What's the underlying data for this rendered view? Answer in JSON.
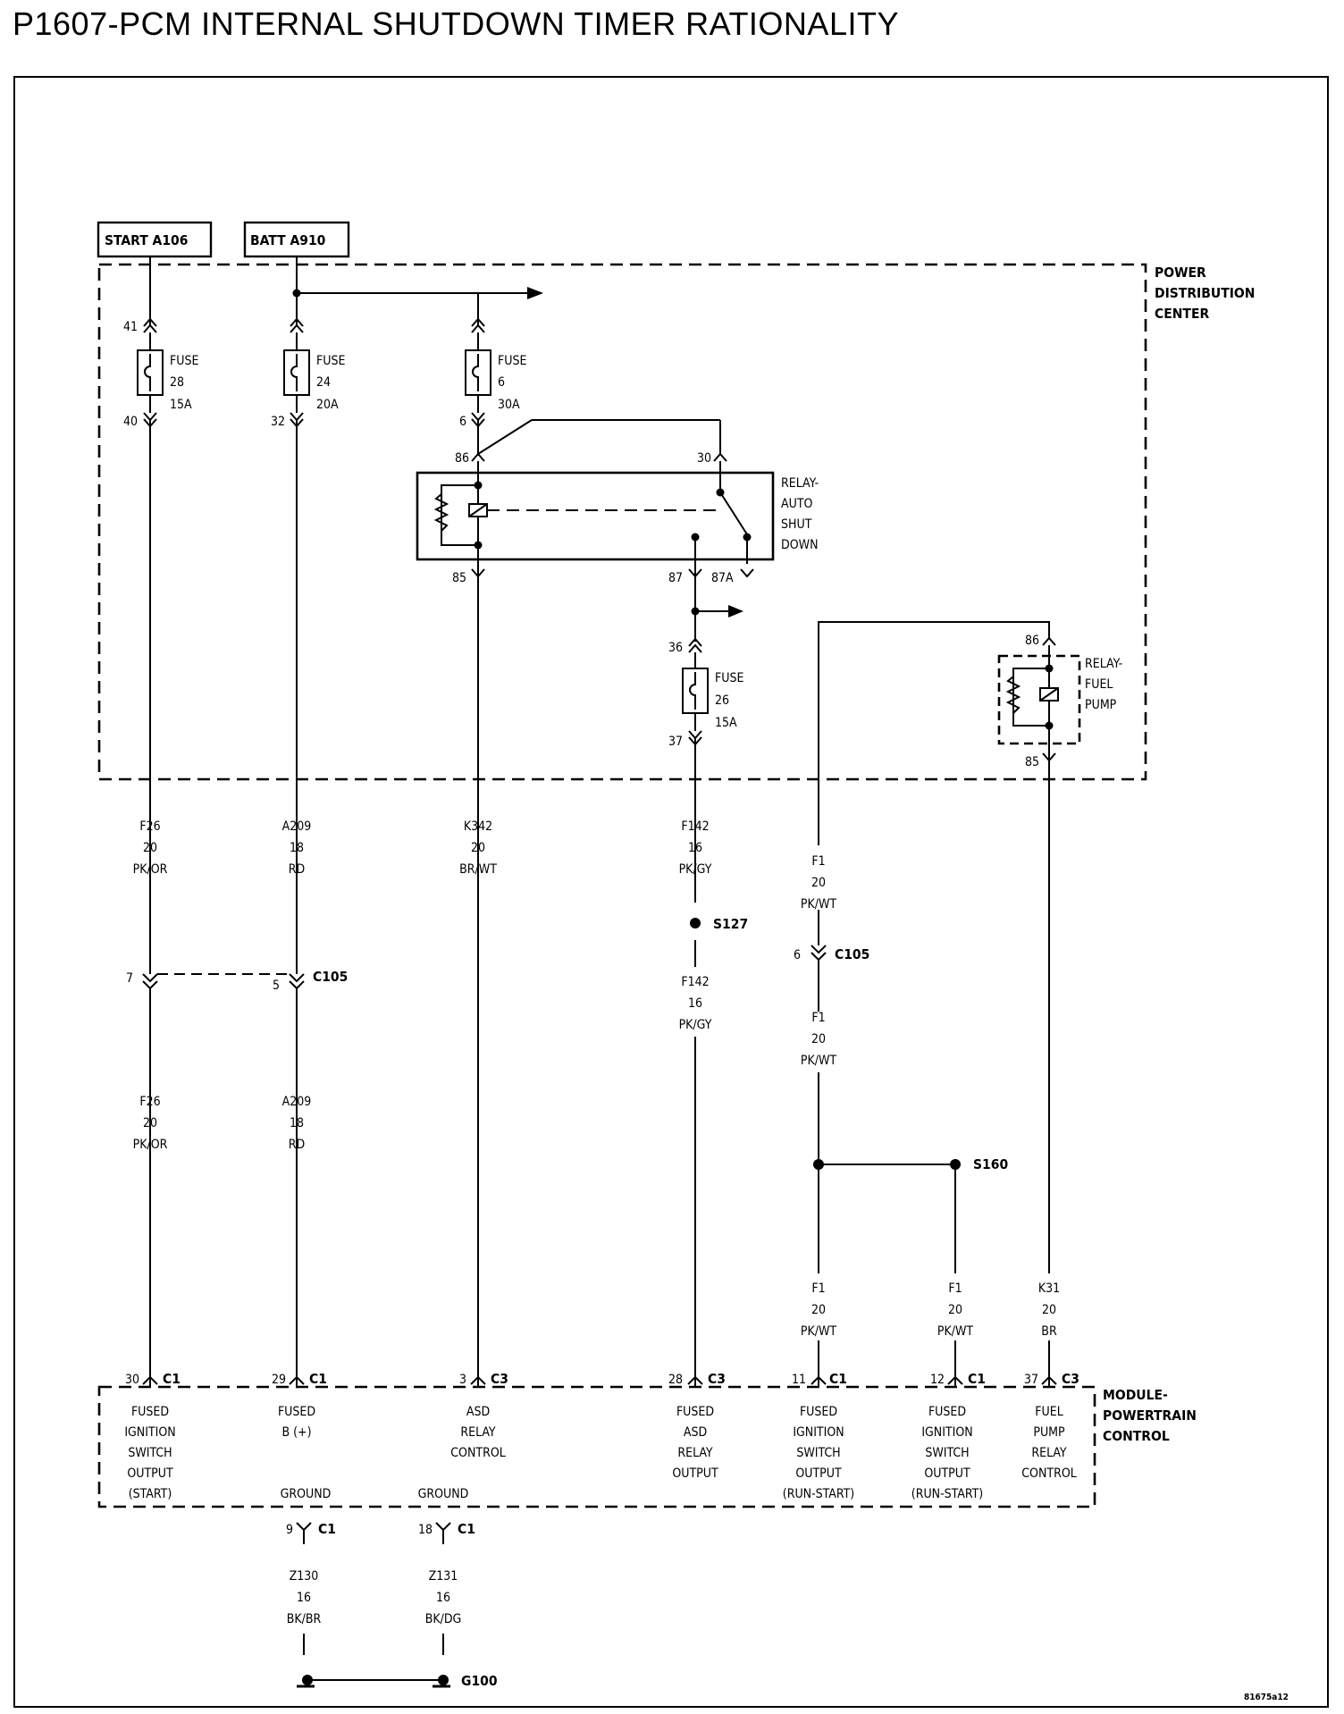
{
  "title": "P1607-PCM INTERNAL SHUTDOWN TIMER RATIONALITY",
  "sources": {
    "start": "START A106",
    "batt": "BATT A910"
  },
  "pdc_label": [
    "POWER",
    "DISTRIBUTION",
    "CENTER"
  ],
  "pcm_label": [
    "MODULE-",
    "POWERTRAIN",
    "CONTROL"
  ],
  "fuses": [
    {
      "top_pin": "41",
      "bottom_pin": "40",
      "label": [
        "FUSE",
        "28",
        "15A"
      ]
    },
    {
      "top_pin": "",
      "bottom_pin": "32",
      "label": [
        "FUSE",
        "24",
        "20A"
      ]
    },
    {
      "top_pin": "",
      "bottom_pin": "6",
      "label": [
        "FUSE",
        "6",
        "30A"
      ]
    },
    {
      "top_pin": "36",
      "bottom_pin": "37",
      "label": [
        "FUSE",
        "26",
        "15A"
      ]
    }
  ],
  "asd_relay": {
    "label": [
      "RELAY-",
      "AUTO",
      "SHUT",
      "DOWN"
    ],
    "pins": {
      "p86": "86",
      "p30": "30",
      "p85": "85",
      "p87": "87",
      "p87a": "87A"
    }
  },
  "fp_relay": {
    "label": [
      "RELAY-",
      "FUEL",
      "PUMP"
    ],
    "pins": {
      "p86": "86",
      "p85": "85"
    }
  },
  "wires": {
    "f26_a": [
      "F26",
      "20",
      "PK/OR"
    ],
    "a209_a": [
      "A209",
      "18",
      "RD"
    ],
    "k342": [
      "K342",
      "20",
      "BR/WT"
    ],
    "f142_a": [
      "F142",
      "16",
      "PK/GY"
    ],
    "f1_a": [
      "F1",
      "20",
      "PK/WT"
    ],
    "f26_b": [
      "F26",
      "20",
      "PK/OR"
    ],
    "a209_b": [
      "A209",
      "18",
      "RD"
    ],
    "f142_b": [
      "F142",
      "16",
      "PK/GY"
    ],
    "f1_b": [
      "F1",
      "20",
      "PK/WT"
    ],
    "f1_c": [
      "F1",
      "20",
      "PK/WT"
    ],
    "f1_d": [
      "F1",
      "20",
      "PK/WT"
    ],
    "k31": [
      "K31",
      "20",
      "BR"
    ],
    "z130": [
      "Z130",
      "16",
      "BK/BR"
    ],
    "z131": [
      "Z131",
      "16",
      "BK/DG"
    ]
  },
  "connectors": {
    "c105_name": "C105",
    "c105_pin_f26": "7",
    "c105_pin_a209": "5",
    "c105_pin_f1": "6",
    "c105_name_f1": "C105"
  },
  "splices": {
    "s127": "S127",
    "s160": "S160",
    "g100": "G100"
  },
  "pcm_pins": [
    {
      "pin": "30",
      "conn": "C1",
      "func": [
        "FUSED",
        "IGNITION",
        "SWITCH",
        "OUTPUT",
        "(START)"
      ]
    },
    {
      "pin": "29",
      "conn": "C1",
      "func": [
        "FUSED",
        "B (+)"
      ]
    },
    {
      "pin": "3",
      "conn": "C3",
      "func": [
        "ASD",
        "RELAY",
        "CONTROL"
      ]
    },
    {
      "pin": "28",
      "conn": "C3",
      "func": [
        "FUSED",
        "ASD",
        "RELAY",
        "OUTPUT"
      ]
    },
    {
      "pin": "11",
      "conn": "C1",
      "func": [
        "FUSED",
        "IGNITION",
        "SWITCH",
        "OUTPUT",
        "(RUN-START)"
      ]
    },
    {
      "pin": "12",
      "conn": "C1",
      "func": [
        "FUSED",
        "IGNITION",
        "SWITCH",
        "OUTPUT",
        "(RUN-START)"
      ]
    },
    {
      "pin": "37",
      "conn": "C3",
      "func": [
        "FUEL",
        "PUMP",
        "RELAY",
        "CONTROL"
      ]
    }
  ],
  "grounds": [
    {
      "label": "GROUND",
      "pin": "9",
      "conn": "C1"
    },
    {
      "label": "GROUND",
      "pin": "18",
      "conn": "C1"
    }
  ],
  "footer_code": "81675a12"
}
